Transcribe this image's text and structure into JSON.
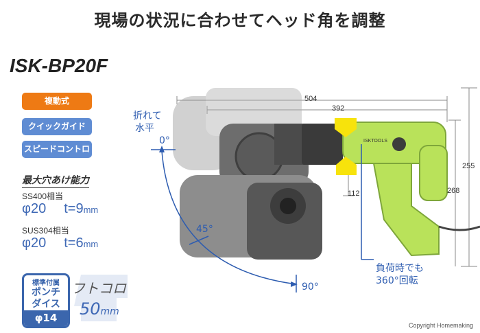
{
  "headline": "現場の状況に合わせてヘッド角を調整",
  "model": "ISK-BP20F",
  "badges": [
    "複動式",
    "クイックガイド",
    "スピードコントロール"
  ],
  "capacity": {
    "title": "最大穴あけ能力",
    "items": [
      {
        "material": "SS400相当",
        "dia": "φ20",
        "thickness": "t=9",
        "unit": "mm"
      },
      {
        "material": "SUS304相当",
        "dia": "φ20",
        "thickness": "t=6",
        "unit": "mm"
      }
    ]
  },
  "standard_accessory": {
    "line1": "標準付属",
    "line2": "ポンチ",
    "line3": "ダイス",
    "line4": "φ14"
  },
  "futokoro": {
    "label": "フトコロ",
    "value": "50",
    "unit": "mm"
  },
  "angle_labels": {
    "fold": "折れて",
    "horizontal": "水平",
    "a0": "0°",
    "a45": "45°",
    "a90": "90°"
  },
  "dimensions": {
    "d504": "504",
    "d392": "392",
    "d255": "255",
    "d268": "268",
    "d112": "112"
  },
  "rotation_note": {
    "line1": "負荷時でも",
    "line2": "360°回転"
  },
  "brand_mark": "ISKTOOLS",
  "copyright": "Copyright  Homemaking",
  "colors": {
    "accent_blue": "#2d5cb0",
    "badge_orange": "#ee7a14",
    "badge_blue": "#5f8cd3",
    "tool_green": "#b9e25a",
    "marker_yellow": "#f7e30c"
  }
}
